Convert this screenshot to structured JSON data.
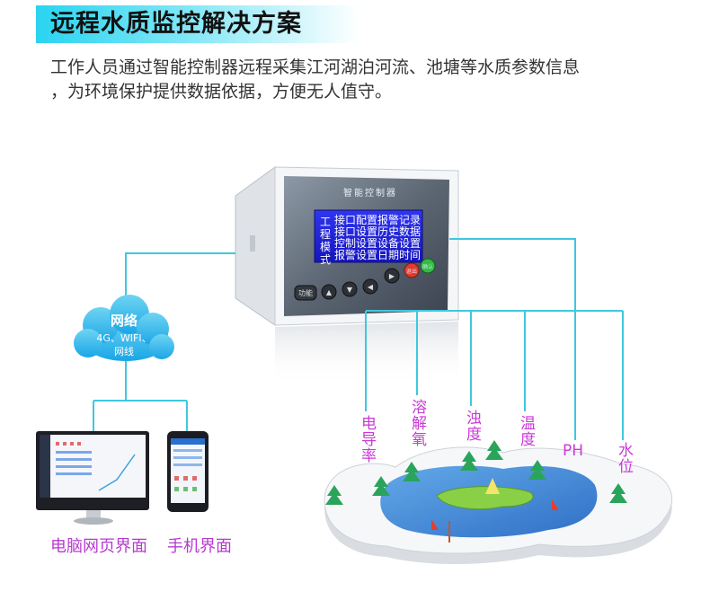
{
  "header": {
    "title": "远程水质监控解决方案",
    "desc_line1": "工作人员通过智能控制器远程采集江河湖泊河流、池塘等水质参数信息",
    "desc_line2": "，为环境保护提供数据依据，方便无人值守。"
  },
  "controller": {
    "name": "智能控制器",
    "screen": {
      "side": "工程模式",
      "col1": [
        "接口配置",
        "接口设置",
        "控制设置",
        "报警设置"
      ],
      "col2": [
        "报警记录",
        "历史数据",
        "设备设置",
        "日期时间"
      ]
    },
    "buttons": [
      "功能",
      "▲",
      "▼",
      "◀",
      "▶",
      "退出",
      "确认"
    ]
  },
  "network": {
    "title": "网络",
    "line1": "4G、WIFI、",
    "line2": "网线"
  },
  "params": {
    "conductivity": "电导率",
    "dissolved_oxygen": "溶解氧",
    "turbidity": "浊度",
    "temperature": "温度",
    "ph": "PH",
    "water_level": "水位"
  },
  "terminals": {
    "pc": "电脑网页界面",
    "phone": "手机界面"
  },
  "colors": {
    "accent": "#29d4f0",
    "line": "#3ec8e0",
    "label": "#c93ad6",
    "lcd": "#2222dd"
  }
}
